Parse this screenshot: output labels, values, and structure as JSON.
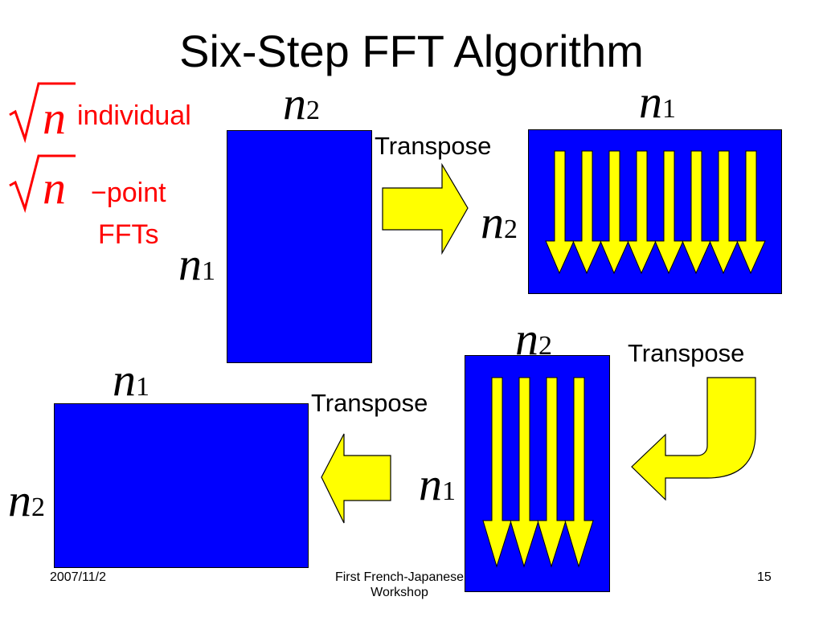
{
  "title": "Six-Step FFT Algorithm",
  "left_note": {
    "line1": "individual",
    "line2": "−point",
    "line3": "FFTs",
    "sqrt_symbol": "n"
  },
  "variables": {
    "n": "n",
    "sub1": "1",
    "sub2": "2"
  },
  "transpose_labels": [
    "Transpose",
    "Transpose",
    "Transpose"
  ],
  "footer": {
    "date": "2007/11/2",
    "event_line1": "First French-Japanese",
    "event_line2": "Workshop",
    "page_number": "15"
  },
  "colors": {
    "block": "#0000ff",
    "arrow": "#ffff00",
    "note": "#ff0000"
  }
}
